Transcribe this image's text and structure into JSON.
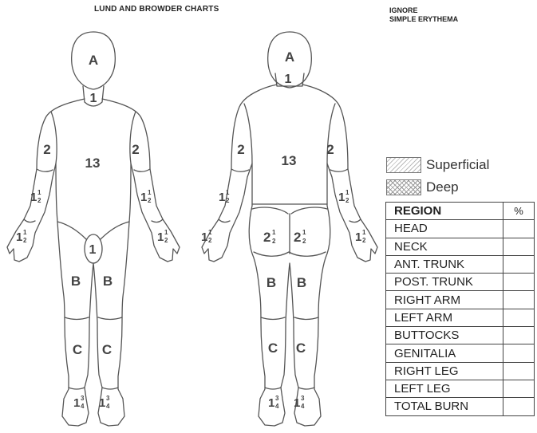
{
  "header": {
    "title": "LUND AND BROWDER CHARTS"
  },
  "note": {
    "line1": "IGNORE",
    "line2": "SIMPLE ERYTHEMA"
  },
  "legend": {
    "superficial": "Superficial",
    "deep": "Deep"
  },
  "table": {
    "header": {
      "region": "REGION",
      "percent": "%"
    },
    "rows": [
      "HEAD",
      "NECK",
      "ANT. TRUNK",
      "POST. TRUNK",
      "RIGHT ARM",
      "LEFT ARM",
      "BUTTOCKS",
      "GENITALIA",
      "RIGHT LEG",
      "LEFT LEG"
    ],
    "total": "TOTAL BURN"
  },
  "front_figure": {
    "head": "A",
    "neck": "1",
    "trunk": "13",
    "upper_arm_right": "2",
    "upper_arm_left": "2",
    "genitalia": "1",
    "thigh_right": "B",
    "thigh_left": "B",
    "leg_right": "C",
    "leg_left": "C",
    "forearm": {
      "whole": "1",
      "num": "1",
      "den": "2"
    },
    "hand": {
      "whole": "1",
      "num": "1",
      "den": "2"
    },
    "foot": {
      "whole": "1",
      "num": "3",
      "den": "4"
    }
  },
  "back_figure": {
    "head": "A",
    "neck": "1",
    "trunk": "13",
    "upper_arm_right": "2",
    "upper_arm_left": "2",
    "thigh_right": "B",
    "thigh_left": "B",
    "leg_right": "C",
    "leg_left": "C",
    "forearm": {
      "whole": "1",
      "num": "1",
      "den": "2"
    },
    "hand": {
      "whole": "1",
      "num": "1",
      "den": "2"
    },
    "buttock": {
      "whole": "2",
      "num": "1",
      "den": "2"
    },
    "foot": {
      "whole": "1",
      "num": "3",
      "den": "4"
    }
  }
}
